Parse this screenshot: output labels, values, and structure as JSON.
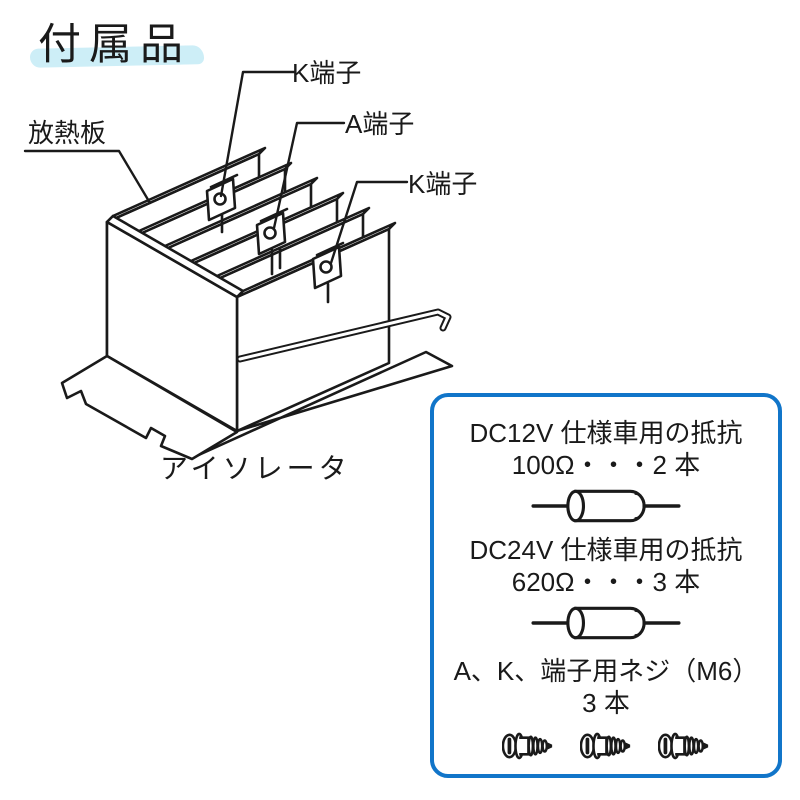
{
  "page": {
    "title": "付属品",
    "highlight_color": "#cdeef7",
    "background_color": "#ffffff"
  },
  "isolator": {
    "caption": "アイソレータ",
    "labels": {
      "k_terminal_top": "K端子",
      "a_terminal": "A端子",
      "k_terminal_lower": "K端子",
      "heatsink_plate": "放熱板"
    }
  },
  "accessory_box": {
    "border_color": "#1175c9",
    "items": [
      {
        "title": "DC12V 仕様車用の抵抗",
        "quantity": "100Ω・・・2 本",
        "icon": "resistor-icon"
      },
      {
        "title": "DC24V 仕様車用の抵抗",
        "quantity": "620Ω・・・3 本",
        "icon": "resistor-icon"
      },
      {
        "title": "A、K、端子用ネジ（M6）",
        "quantity": "3 本",
        "icon": "screw-icon",
        "screw_count": 3
      }
    ]
  }
}
